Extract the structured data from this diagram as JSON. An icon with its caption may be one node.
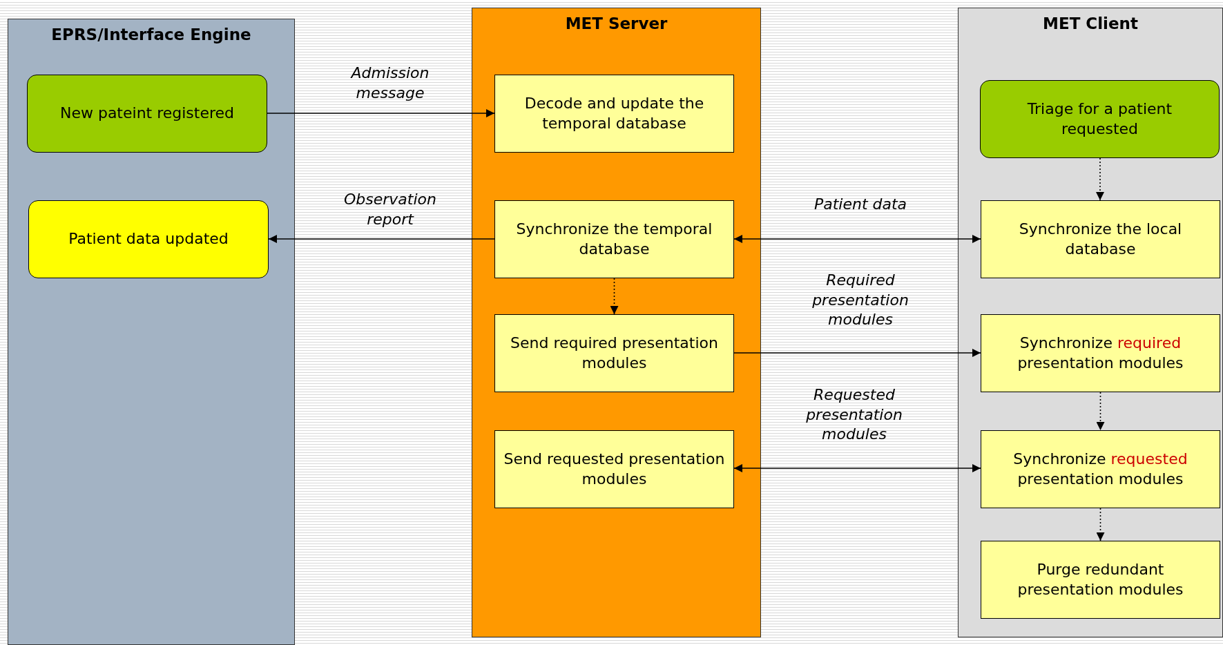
{
  "diagram": {
    "nodes": [
      {
        "text": [
          "EPRS/Interface Engine"
        ]
      },
      {
        "text": [
          "New pateint registered"
        ],
        "in": 0
      },
      {
        "text": [
          "Patient data updated"
        ],
        "in": 0
      },
      {
        "text": [
          "MET Server"
        ]
      },
      {
        "text": [
          "Decode and update the temporal database"
        ],
        "in": 3
      },
      {
        "text": [
          "Synchronize the temporal database"
        ],
        "in": 3
      },
      {
        "text": [
          "Send required presentation modules"
        ],
        "in": 3
      },
      {
        "text": [
          "Send requested presentation modules"
        ],
        "in": 3
      },
      {
        "text": [
          "MET Client"
        ]
      },
      {
        "text": [
          "Triage for a patient requested"
        ],
        "in": 8
      },
      {
        "text": [
          "Synchronize the local database"
        ],
        "in": 8
      },
      {
        "text": [
          "Synchronize required presentation modules"
        ],
        "in": 8
      },
      {
        "text": [
          "Synchronize requested presentation modules"
        ],
        "in": 8
      },
      {
        "text": [
          "Purge redundant presentation modules"
        ],
        "in": 8
      }
    ],
    "edges": [
      {
        "from": 1,
        "to": 4,
        "arrow": "to",
        "label": "Admission message"
      },
      {
        "from": 5,
        "to": 2,
        "arrow": "to",
        "label": "Observation report"
      },
      {
        "from": 5,
        "to": 10,
        "arrow": "both",
        "label": "Patient data"
      },
      {
        "from": 6,
        "to": 11,
        "arrow": "to",
        "label": "Required presentation modules"
      },
      {
        "from": 7,
        "to": 12,
        "arrow": "both",
        "label": "Requested presentation modules"
      },
      {
        "from": 5,
        "to": 6,
        "arrow": "to",
        "style": "dashed"
      },
      {
        "from": 9,
        "to": 10,
        "arrow": "to",
        "style": "dashed"
      },
      {
        "from": 11,
        "to": 12,
        "arrow": "to",
        "style": "dashed"
      },
      {
        "from": 12,
        "to": 13,
        "arrow": "to",
        "style": "dashed"
      }
    ]
  }
}
